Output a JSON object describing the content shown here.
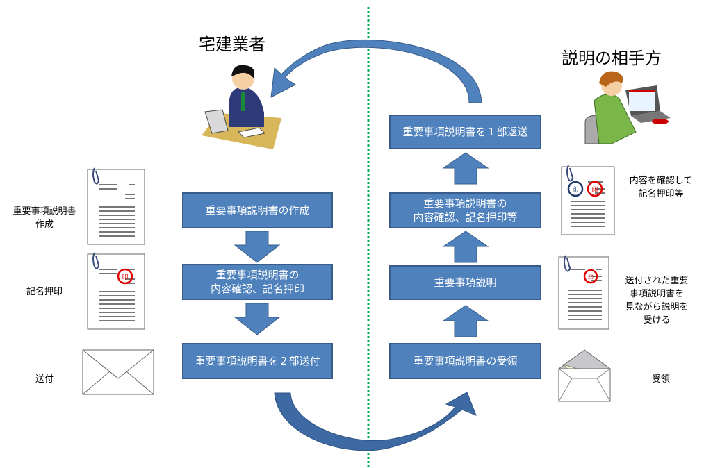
{
  "titles": {
    "agent": "宅建業者",
    "counterparty": "説明の相手方"
  },
  "left_flow": [
    {
      "label": "重要事項説明書の作成"
    },
    {
      "label": "重要事項説明書の\n内容確認、記名押印"
    },
    {
      "label": "重要事項説明書を２部送付"
    }
  ],
  "right_flow": [
    {
      "label": "重要事項説明書を１部返送"
    },
    {
      "label": "重要事項説明書の\n内容確認、記名押印等"
    },
    {
      "label": "重要事項説明"
    },
    {
      "label": "重要事項説明書の受領"
    }
  ],
  "left_labels": {
    "create": "重要事項説明書\n作成",
    "stamp": "記名押印",
    "send": "送付"
  },
  "right_labels": {
    "confirm": "内容を確認して\n記名押印等",
    "explain": "送付された重要\n事項説明書を\n見ながら説明を\n受ける",
    "receive": "受領"
  },
  "stamp_glyph": "印",
  "colors": {
    "box": "#4f81bd",
    "box_border": "#385d8a",
    "divider": "#00b050",
    "stamp_red": "#e00000",
    "stamp_blue": "#1f3a6e"
  }
}
